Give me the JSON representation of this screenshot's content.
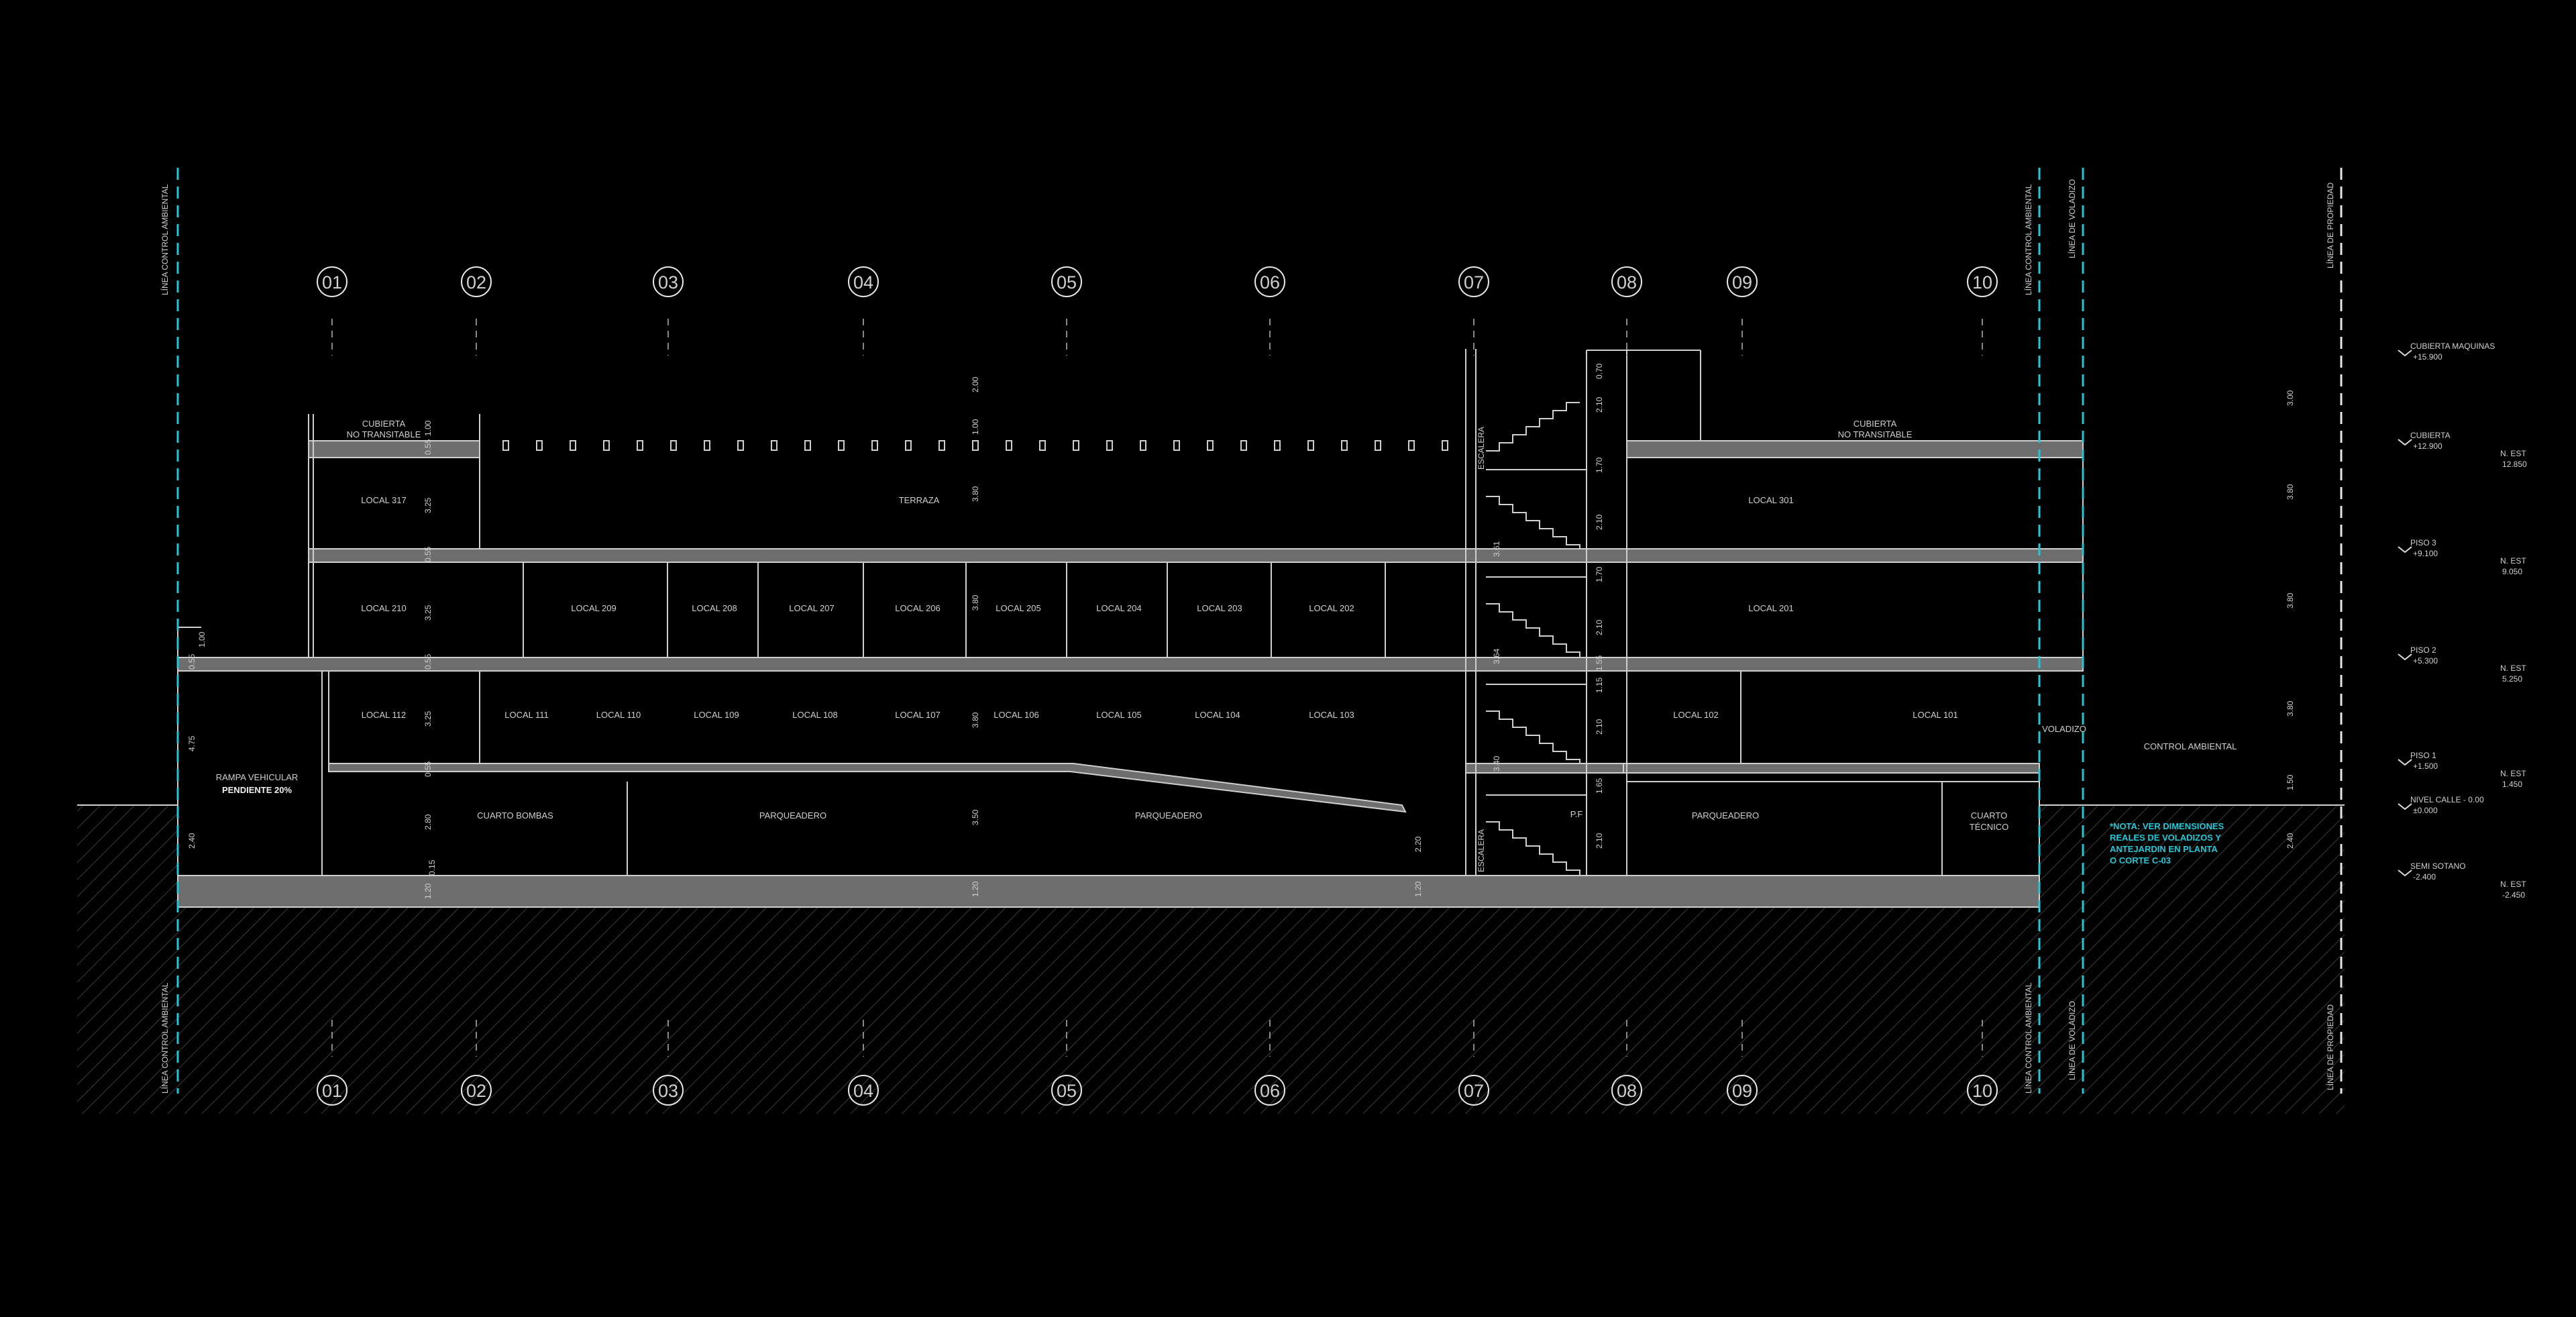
{
  "axes": [
    "01",
    "02",
    "03",
    "04",
    "05",
    "06",
    "07",
    "08",
    "09",
    "10"
  ],
  "side_labels": {
    "control_ambiental": "LÍNEA CONTROL AMBIENTAL",
    "voladizo": "LÍNEA DE VOLADIZO",
    "propiedad": "LÍNEA DE PROPIEDAD"
  },
  "levels": [
    {
      "name": "CUBIERTA MAQUINAS",
      "elev": "+15.900",
      "nest": "",
      "nest_val": ""
    },
    {
      "name": "CUBIERTA",
      "elev": "+12.900",
      "nest": "N. EST",
      "nest_val": "12.850"
    },
    {
      "name": "PISO 3",
      "elev": "+9.100",
      "nest": "N. EST",
      "nest_val": "9.050"
    },
    {
      "name": "PISO 2",
      "elev": "+5.300",
      "nest": "N. EST",
      "nest_val": "5.250"
    },
    {
      "name": "PISO 1",
      "elev": "+1.500",
      "nest": "N. EST",
      "nest_val": "1.450"
    },
    {
      "name": "NIVEL CALLE - 0.00",
      "elev": "±0.000",
      "nest": "",
      "": ""
    },
    {
      "name": "SEMI SOTANO",
      "elev": "-2.400",
      "nest": "N. EST",
      "nest_val": "-2.450"
    }
  ],
  "rooms": {
    "cubierta_left_1": "CUBIERTA",
    "cubierta_left_2": "NO TRANSITABLE",
    "cubierta_right_1": "CUBIERTA",
    "cubierta_right_2": "NO TRANSITABLE",
    "local_317": "LOCAL 317",
    "terraza": "TERRAZA",
    "local_301": "LOCAL 301",
    "local_210": "LOCAL 210",
    "local_209": "LOCAL 209",
    "local_208": "LOCAL 208",
    "local_207": "LOCAL 207",
    "local_206": "LOCAL 206",
    "local_205": "LOCAL 205",
    "local_204": "LOCAL 204",
    "local_203": "LOCAL 203",
    "local_202": "LOCAL 202",
    "local_201": "LOCAL 201",
    "local_112": "LOCAL 112",
    "local_111": "LOCAL 111",
    "local_110": "LOCAL 110",
    "local_109": "LOCAL 109",
    "local_108": "LOCAL 108",
    "local_107": "LOCAL 107",
    "local_106": "LOCAL 106",
    "local_105": "LOCAL 105",
    "local_104": "LOCAL 104",
    "local_103": "LOCAL 103",
    "local_102": "LOCAL 102",
    "local_101": "LOCAL 101",
    "rampa_1": "RAMPA VEHICULAR",
    "rampa_2": "PENDIENTE 20%",
    "cuarto_bombas": "CUARTO BOMBAS",
    "parqueadero_1": "PARQUEADERO",
    "parqueadero_2": "PARQUEADERO",
    "parqueadero_3": "PARQUEADERO",
    "cuarto_tecnico_1": "CUARTO",
    "cuarto_tecnico_2": "TÉCNICO",
    "pf": "P.F",
    "voladizo": "VOLADIZO",
    "control_ambiental": "CONTROL AMBIENTAL"
  },
  "note": {
    "line1": "*NOTA: VER DIMENSIONES",
    "line2": "REALES DE VOLADIZOS Y",
    "line3": "ANTEJARDIN EN PLANTA",
    "line4": "O CORTE C-03"
  },
  "dims": {
    "d_100a": "1.00",
    "d_055a": "0.55",
    "d_325a": "3.25",
    "d_055b": "0.55",
    "d_325b": "3.25",
    "d_055c": "0.55",
    "d_325c": "3.25",
    "d_055d": "0.55",
    "d_280": "2.80",
    "d_015": "0.15",
    "d_120a": "1.20",
    "d_100b": "1.00",
    "d_055e": "0.55",
    "d_240": "2.40",
    "d_475": "4.75",
    "d_200": "2.00",
    "d_100c": "1.00",
    "d_380a": "3.80",
    "d_380b": "3.80",
    "d_380c": "3.80",
    "d_350": "3.50",
    "d_120b": "1.20",
    "d_220": "2.20",
    "d_120c": "1.20",
    "d_361": "3.61",
    "d_364": "3.64",
    "d_340": "3.40",
    "d_070": "0.70",
    "d_210a": "2.10",
    "d_170a": "1.70",
    "d_210b": "2.10",
    "d_170b": "1.70",
    "d_210c": "2.10",
    "d_155": "1.55",
    "d_115": "1.15",
    "d_210d": "2.10",
    "d_165": "1.65",
    "d_210e": "2.10",
    "r_300": "3.00",
    "r_380a": "3.80",
    "r_380b": "3.80",
    "r_380c": "3.80",
    "r_150": "1.50",
    "r_240": "2.40",
    "stair_label": "ESCALERA"
  },
  "colors": {
    "background": "#000000",
    "lines": "#cfcfcf",
    "slab": "#6e6e6e",
    "cyan": "#21c8d8",
    "hatch": "#3a3a3a"
  }
}
